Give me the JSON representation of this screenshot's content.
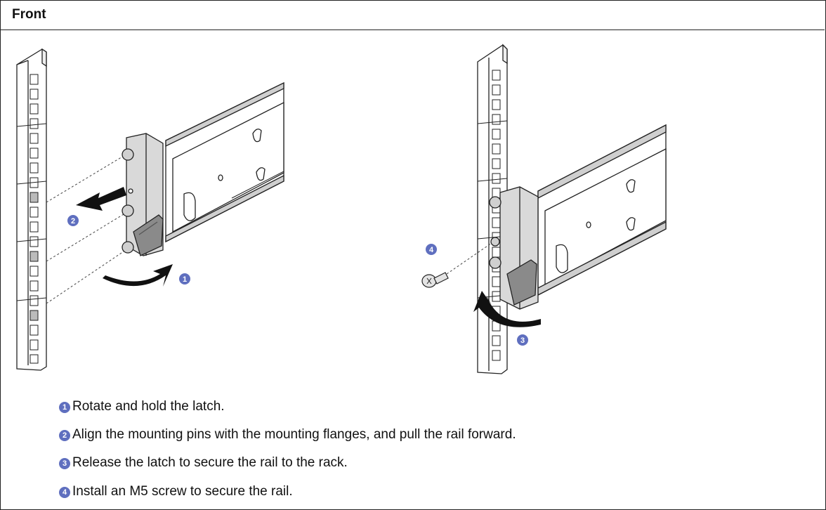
{
  "figure": {
    "title": "Front",
    "callouts": [
      "1",
      "2",
      "3",
      "4"
    ]
  },
  "steps": [
    {
      "number": "1",
      "text": "Rotate and hold the latch."
    },
    {
      "number": "2",
      "text": "Align the mounting pins with the mounting flanges, and pull the rail forward."
    },
    {
      "number": "3",
      "text": "Release the latch to secure the rail to the rack."
    },
    {
      "number": "4",
      "text": "Install an M5 screw to secure the rail."
    }
  ],
  "colors": {
    "callout": "#5f6fbf",
    "rail_gray": "#d9d9d9",
    "latch": "#8a8a8a",
    "line": "#222222"
  }
}
